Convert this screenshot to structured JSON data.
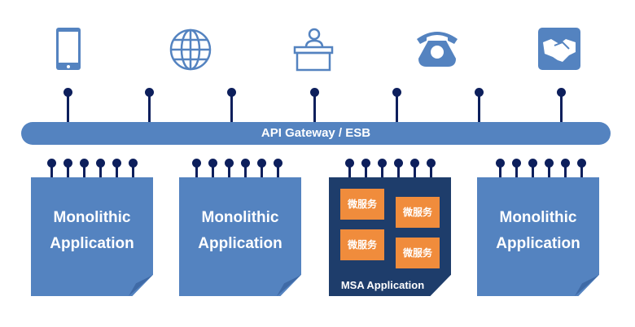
{
  "title": "API Gateway / ESB architecture",
  "icons": [
    {
      "name": "mobile-phone-icon"
    },
    {
      "name": "globe-icon"
    },
    {
      "name": "service-desk-icon"
    },
    {
      "name": "telephone-icon"
    },
    {
      "name": "handshake-icon"
    }
  ],
  "bus": {
    "label": "API Gateway / ESB"
  },
  "apps": [
    {
      "line1": "Monolithic",
      "line2": "Application"
    },
    {
      "line1": "Monolithic",
      "line2": "Application"
    },
    {
      "line1": "Monolithic",
      "line2": "Application"
    }
  ],
  "msa": {
    "label": "MSA Application",
    "services": [
      "微服务",
      "微服务",
      "微服务",
      "微服务"
    ]
  },
  "colors": {
    "primary": "#5483c0",
    "navy": "#0d1f5c",
    "msa_bg": "#1e3d6b",
    "service": "#f08c3c"
  }
}
